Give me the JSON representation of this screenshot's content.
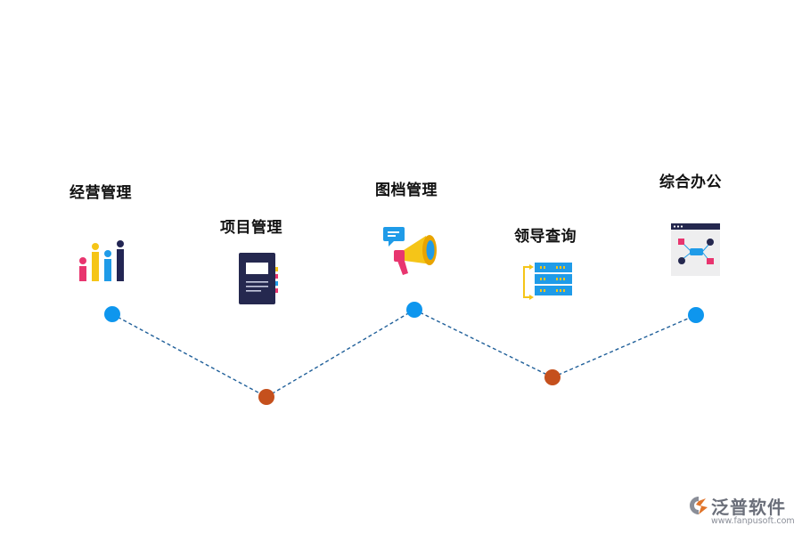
{
  "diagram": {
    "nodes": [
      {
        "label": "经营管理",
        "icon": "bar-chart-icon",
        "row": "top"
      },
      {
        "label": "项目管理",
        "icon": "notebook-icon",
        "row": "bottom"
      },
      {
        "label": "图档管理",
        "icon": "megaphone-icon",
        "row": "top"
      },
      {
        "label": "领导查询",
        "icon": "database-icon",
        "row": "bottom"
      },
      {
        "label": "综合办公",
        "icon": "flowchart-window-icon",
        "row": "top"
      }
    ],
    "colors": {
      "top_dot": "#0e96ee",
      "bottom_dot": "#c5501d",
      "line": "#1f5f99"
    }
  },
  "brand": {
    "name": "泛普软件",
    "url": "www.fanpusoft.com",
    "icon": "fanpu-logo-icon"
  }
}
